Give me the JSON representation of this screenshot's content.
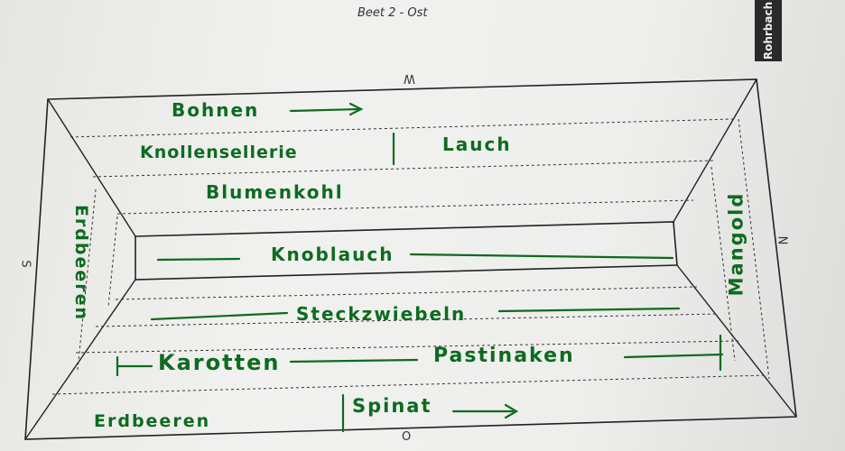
{
  "page": {
    "title": "Beet 2  - Ost",
    "tab_label": "Rohrbach"
  },
  "compass": {
    "top": "W",
    "right": "N",
    "bottom": "O",
    "left": "S"
  },
  "rows": {
    "row1": "Bohnen",
    "row2_left": "Knollensellerie",
    "row2_right": "Lauch",
    "row3": "Blumenkohl",
    "center": "Knoblauch",
    "row4": "Steckzwiebeln",
    "row5_left": "Karotten",
    "row5_right": "Pastinaken",
    "bottom_left": "Erdbeeren",
    "bottom_right": "Spinat"
  },
  "edges": {
    "left": "Erdbeeren",
    "right": "Mangold"
  },
  "colors": {
    "ink": "#0d6b1f",
    "print": "#333333",
    "lines": "#222222"
  }
}
